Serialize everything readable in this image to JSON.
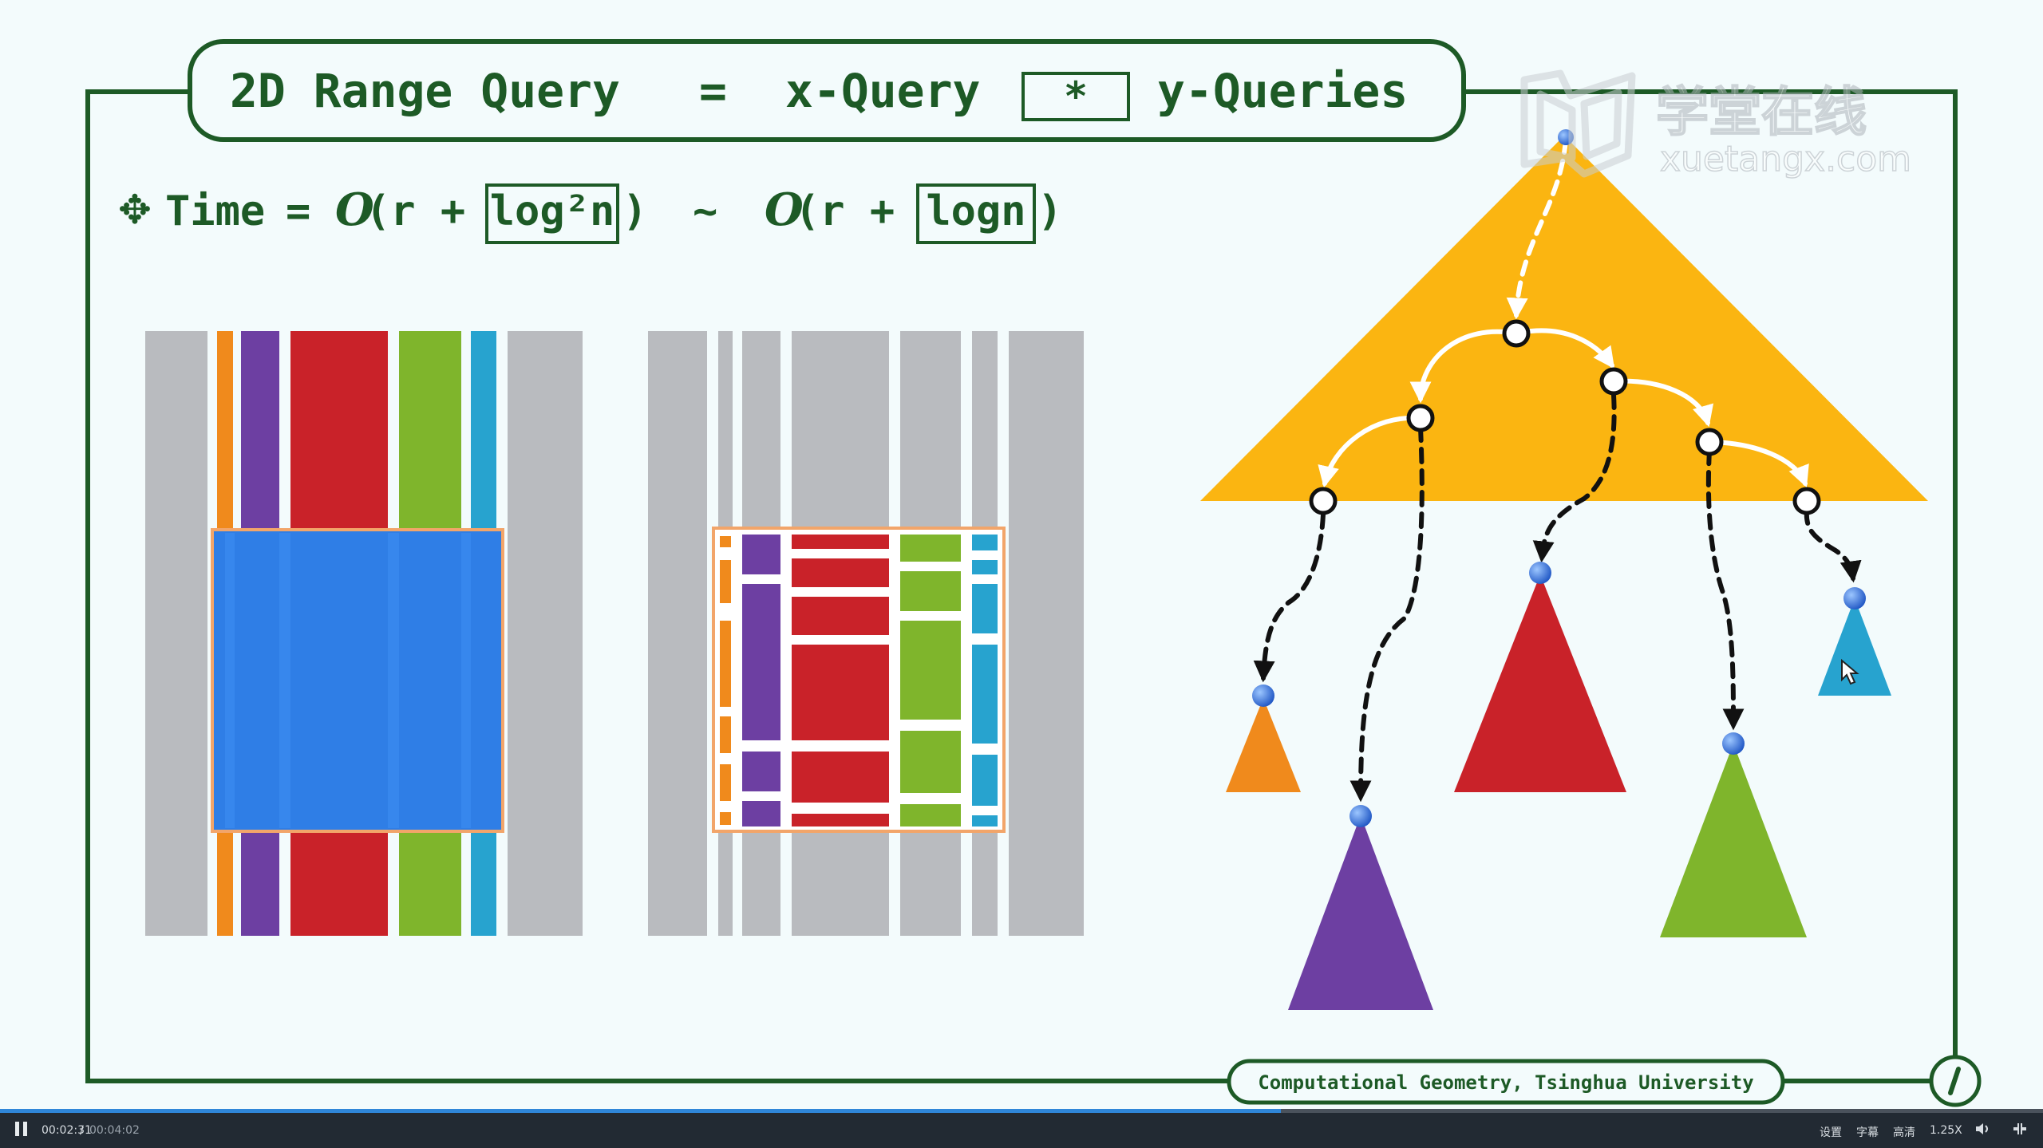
{
  "slide": {
    "title_left": "2D Range Query",
    "title_eq": "=",
    "title_xq": "x-Query",
    "title_op": "*",
    "title_right": "y-Queries",
    "time_label": "Time",
    "time_eq": "=",
    "bound1_pre": "(r +",
    "bound1_box": "log²n",
    "bound1_post": ")",
    "tilde": "~",
    "bound2_pre": "(r +",
    "bound2_box": "logn",
    "bound2_post": ")",
    "footer": "Computational Geometry, Tsinghua University",
    "watermark_cn": "学堂在线",
    "watermark_url": "xuetangx.com"
  },
  "colors": {
    "frame": "#1d5a26",
    "gray": "#b9bbbf",
    "orange": "#f08a1c",
    "purple": "#6d3fa2",
    "red": "#c92229",
    "green": "#7fb52c",
    "cyan": "#27a3cf",
    "blue": "#2f7ee6",
    "tree": "#fbb511"
  },
  "player": {
    "time_current": "00:02:31",
    "time_sep": "/",
    "time_total": "00:04:02",
    "progress": 0.627,
    "settings": "设置",
    "subtitle": "字幕",
    "quality": "高清",
    "speed": "1.25X"
  }
}
